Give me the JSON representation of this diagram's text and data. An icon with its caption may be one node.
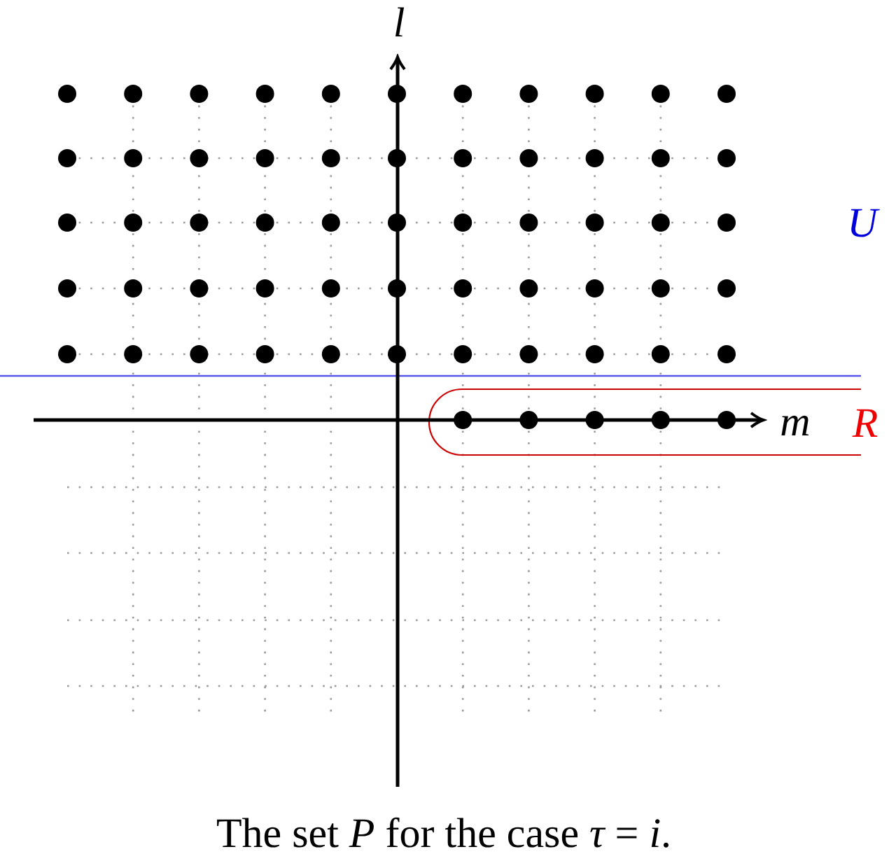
{
  "diagram": {
    "caption": "The set *P* for the case *τ* = *i*.",
    "labels": [
      "*l*",
      "*m*",
      "*U*",
      "*R*"
    ]
  }
}
